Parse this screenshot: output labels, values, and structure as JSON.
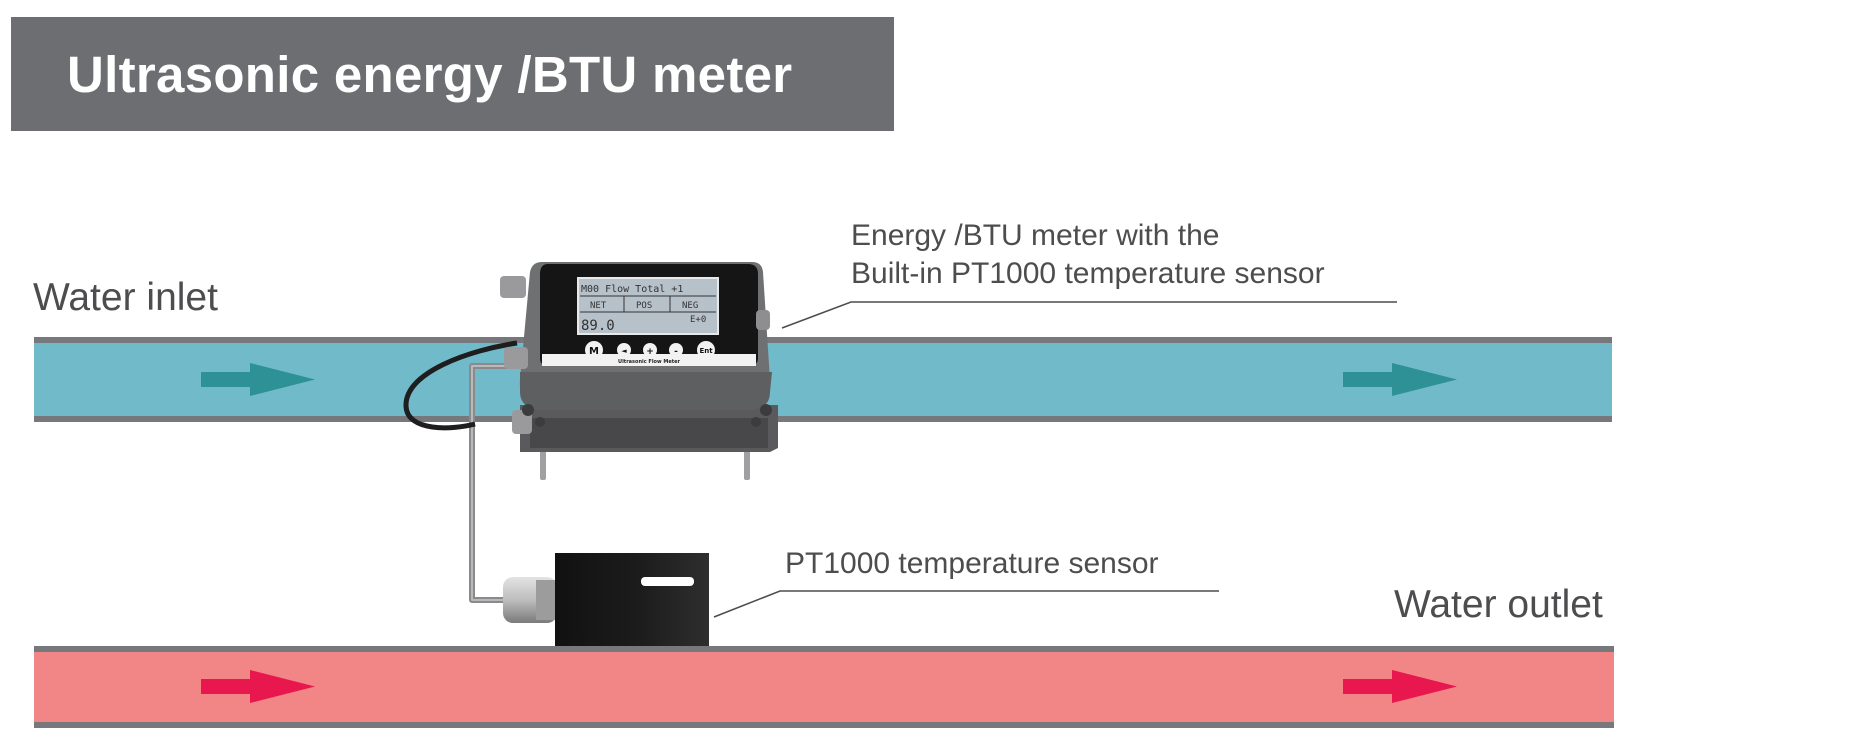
{
  "title": "Ultrasonic energy /BTU meter",
  "labels": {
    "water_inlet": "Water inlet",
    "water_outlet": "Water outlet",
    "meter_line1": "Energy /BTU meter with the",
    "meter_line2": "Built-in PT1000 temperature sensor",
    "sensor": "PT1000 temperature sensor"
  },
  "device": {
    "screen_row1": "M00  Flow Total  +1",
    "screen_tabs": [
      "NET",
      "POS",
      "NEG"
    ],
    "screen_value": "89.0",
    "screen_unit": "E+0",
    "buttons": [
      "M",
      "◄",
      "+",
      "-",
      "Ent"
    ],
    "brand_caption": "Ultrasonic Flow Meter"
  },
  "colors": {
    "banner": "#6d6e71",
    "inlet_pipe": "#71bac9",
    "outlet_pipe": "#f28585",
    "pipe_border": "#77787b",
    "inlet_arrow": "#2d9195",
    "outlet_arrow": "#e8174e",
    "label_text": "#4d4d4f"
  }
}
